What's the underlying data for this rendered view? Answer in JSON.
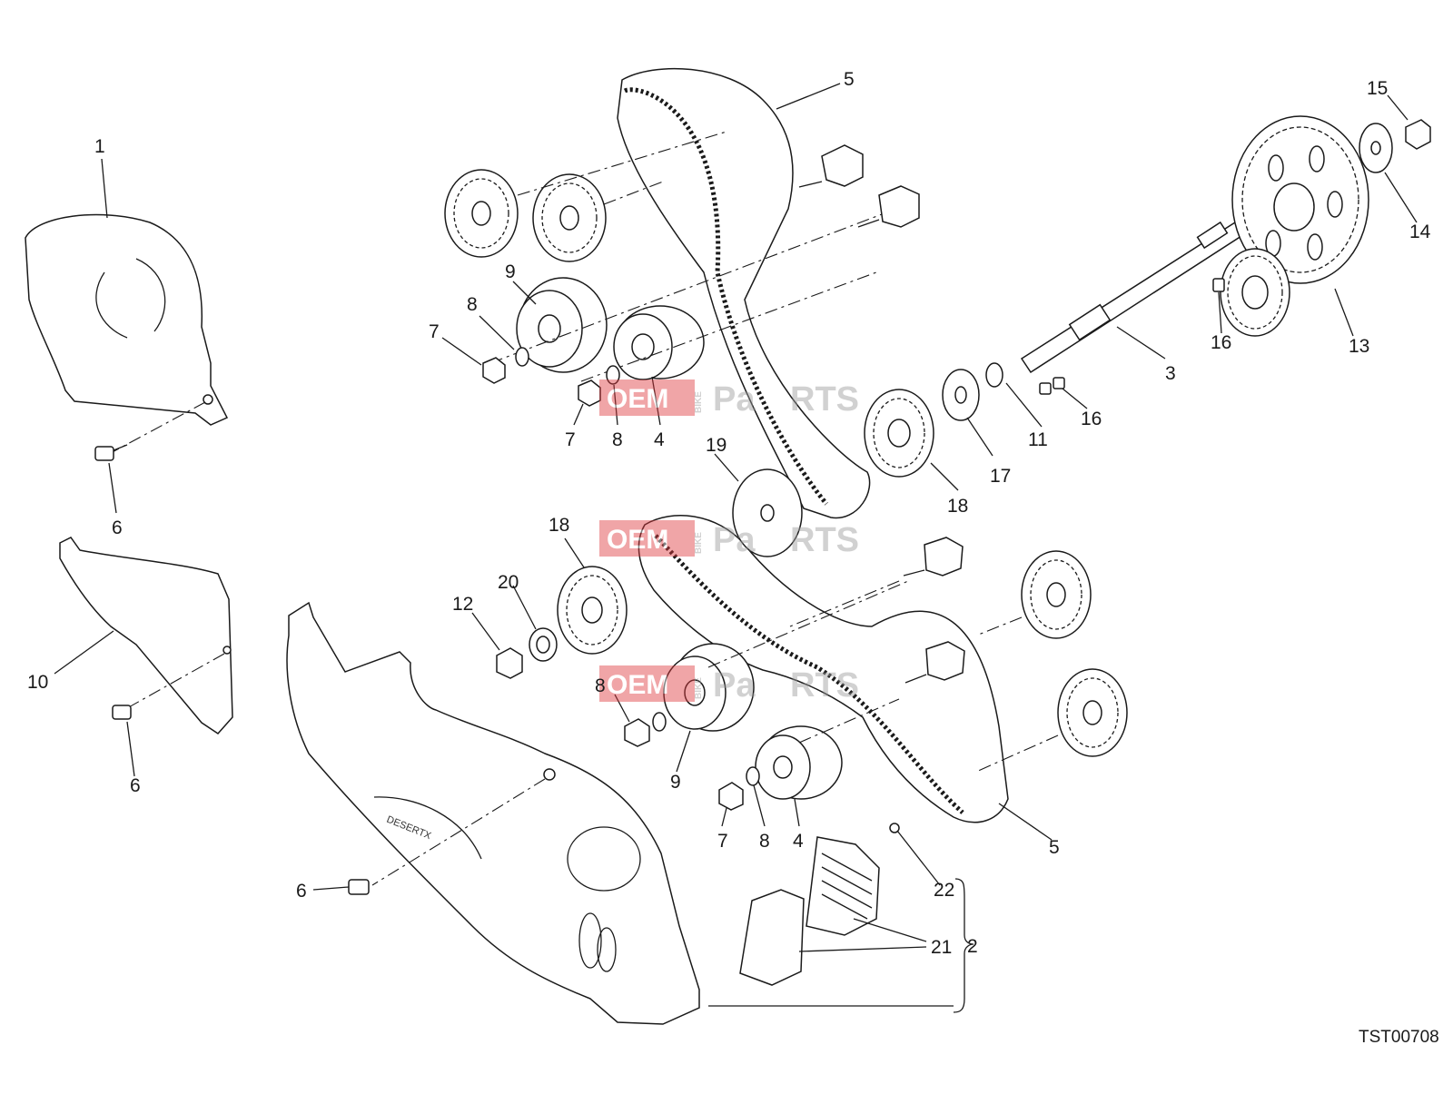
{
  "diagram": {
    "drawing_code": "TST00708",
    "watermark": {
      "left": "OEM",
      "vertical": "BIKE",
      "right_a": "Pa",
      "right_b": "RTS"
    },
    "watermark_color": "#e0393e",
    "callouts": [
      {
        "id": "c1",
        "label": "1"
      },
      {
        "id": "c2",
        "label": "2"
      },
      {
        "id": "c3",
        "label": "3"
      },
      {
        "id": "c4a",
        "label": "4"
      },
      {
        "id": "c4b",
        "label": "4"
      },
      {
        "id": "c5a",
        "label": "5"
      },
      {
        "id": "c5b",
        "label": "5"
      },
      {
        "id": "c6a",
        "label": "6"
      },
      {
        "id": "c6b",
        "label": "6"
      },
      {
        "id": "c6c",
        "label": "6"
      },
      {
        "id": "c7a",
        "label": "7"
      },
      {
        "id": "c7b",
        "label": "7"
      },
      {
        "id": "c7c",
        "label": "7"
      },
      {
        "id": "c8a",
        "label": "8"
      },
      {
        "id": "c8b",
        "label": "8"
      },
      {
        "id": "c8c",
        "label": "8"
      },
      {
        "id": "c8d",
        "label": "8"
      },
      {
        "id": "c9a",
        "label": "9"
      },
      {
        "id": "c9b",
        "label": "9"
      },
      {
        "id": "c10",
        "label": "10"
      },
      {
        "id": "c11",
        "label": "11"
      },
      {
        "id": "c12",
        "label": "12"
      },
      {
        "id": "c13",
        "label": "13"
      },
      {
        "id": "c14",
        "label": "14"
      },
      {
        "id": "c15",
        "label": "15"
      },
      {
        "id": "c16a",
        "label": "16"
      },
      {
        "id": "c16b",
        "label": "16"
      },
      {
        "id": "c17",
        "label": "17"
      },
      {
        "id": "c18a",
        "label": "18"
      },
      {
        "id": "c18b",
        "label": "18"
      },
      {
        "id": "c19",
        "label": "19"
      },
      {
        "id": "c20",
        "label": "20"
      },
      {
        "id": "c21",
        "label": "21"
      },
      {
        "id": "c22",
        "label": "22"
      }
    ]
  }
}
